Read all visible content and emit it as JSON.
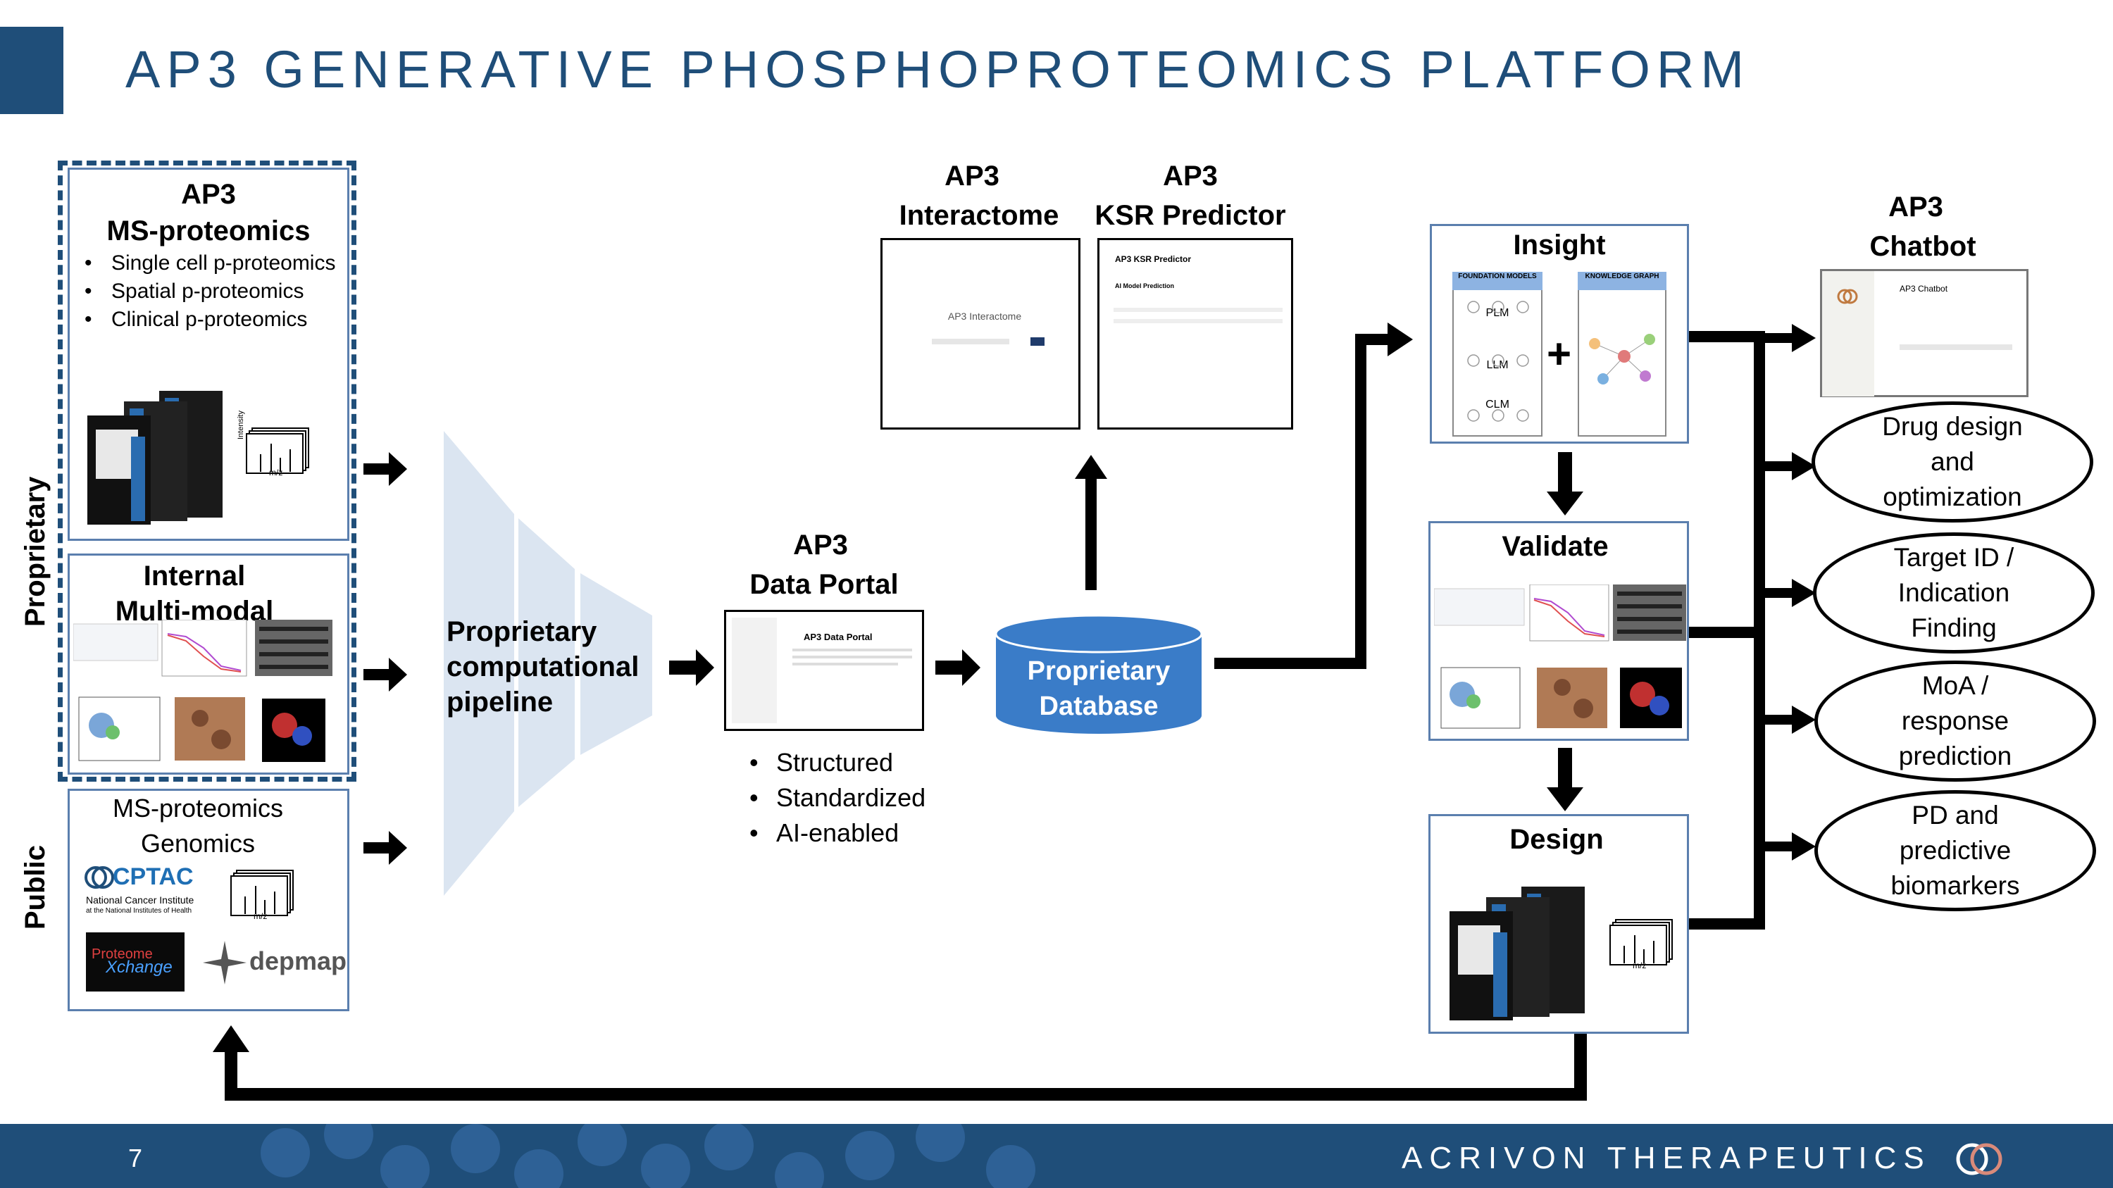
{
  "title": "AP3 GENERATIVE PHOSPHOPROTEOMICS PLATFORM",
  "side_labels": {
    "proprietary": "Proprietary",
    "public": "Public"
  },
  "ms_proteomics": {
    "title_line1": "AP3",
    "title_line2": "MS-proteomics",
    "bullets": [
      "Single cell p-proteomics",
      "Spatial p-proteomics",
      "Clinical p-proteomics"
    ]
  },
  "internal": {
    "line1": "Internal",
    "line2": "Multi-modal"
  },
  "public_data": {
    "line1": "MS-proteomics",
    "line2": "Genomics",
    "cptac": "CPTAC",
    "nci_line1": "National Cancer Institute",
    "nci_line2": "at the National Institutes of Health",
    "proteome_top": "Proteome",
    "proteome_bottom": "Xchange",
    "depmap": "depmap"
  },
  "pipeline": {
    "line1": "Proprietary",
    "line2": "computational",
    "line3": "pipeline"
  },
  "data_portal": {
    "line1": "AP3",
    "line2": "Data Portal",
    "bullets": [
      "Structured",
      "Standardized",
      "AI-enabled"
    ],
    "shot_title": "AP3 Data Portal"
  },
  "database": {
    "line1": "Proprietary",
    "line2": "Database"
  },
  "interactome": {
    "line1": "AP3",
    "line2": "Interactome",
    "shot_title": "AP3 Interactome"
  },
  "ksr": {
    "line1": "AP3",
    "line2": "KSR Predictor",
    "shot_title": "AP3 KSR Predictor",
    "shot_sub": "AI Model Prediction"
  },
  "insight": {
    "title": "Insight",
    "foundation": "FOUNDATION MODELS",
    "knowledge": "KNOWLEDGE GRAPH",
    "models": [
      "PLM",
      "LLM",
      "CLM"
    ],
    "plus": "+"
  },
  "validate": {
    "title": "Validate"
  },
  "design": {
    "title": "Design"
  },
  "chatbot": {
    "line1": "AP3",
    "line2": "Chatbot",
    "shot_title": "AP3 Chatbot"
  },
  "outcomes": [
    {
      "lines": [
        "Drug design",
        "and",
        "optimization"
      ]
    },
    {
      "lines": [
        "Target ID /",
        "Indication",
        "Finding"
      ]
    },
    {
      "lines": [
        "MoA /",
        "response",
        "prediction"
      ]
    },
    {
      "lines": [
        "PD and",
        "predictive",
        "biomarkers"
      ]
    }
  ],
  "spectrum_labels": {
    "intensity": "Intensity",
    "mz": "m/z"
  },
  "footer": {
    "page": "7",
    "company": "ACRIVON THERAPEUTICS"
  },
  "colors": {
    "brand": "#1f4e79",
    "panel_border": "#5b7fae",
    "database": "#3a7cc8",
    "funnel": "#dbe5f1"
  }
}
